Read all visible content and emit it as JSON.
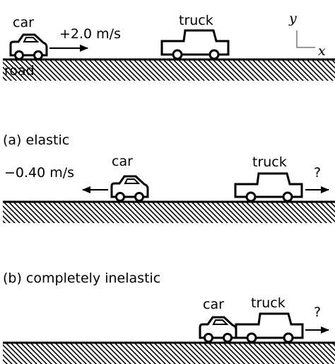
{
  "scenes": {
    "before": {
      "car_label": "car",
      "truck_label": "truck",
      "car_velocity": "+2.0 m/s",
      "road_label": "road"
    },
    "elastic": {
      "caption": "(a) elastic",
      "car_label": "car",
      "truck_label": "truck",
      "car_velocity": "−0.40 m/s",
      "truck_velocity": "?"
    },
    "inelastic": {
      "caption": "(b) completely inelastic",
      "car_label": "car",
      "truck_label": "truck",
      "combined_velocity": "?"
    }
  },
  "axes": {
    "x": "x",
    "y": "y"
  },
  "colors": {
    "ink": "#000000",
    "gray": "#9a9a9a"
  }
}
